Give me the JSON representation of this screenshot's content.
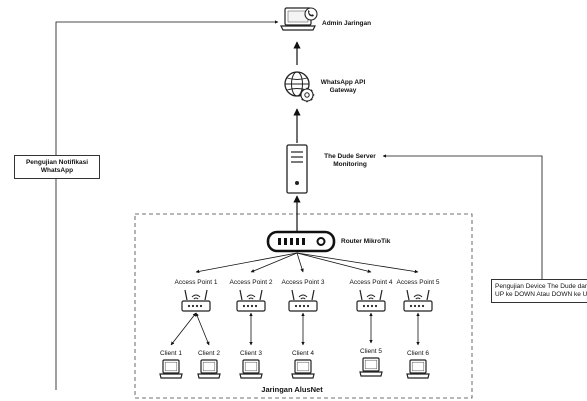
{
  "nodes": {
    "admin": "Admin Jaringan",
    "gateway": "WhatsApp API\nGateway",
    "server": "The Dude Server\nMonitoring",
    "router": "Router MikroTik",
    "network": "Jaringan AlusNet"
  },
  "notes": {
    "whatsapp_test": "Pengujian Notifikasi\nWhatsApp",
    "device_test": "Pengujian Device The Dude dari\nUP ke DOWN Atau DOWN ke UP"
  },
  "access_points": [
    "Access Point 1",
    "Access Point 2",
    "Access Point 3",
    "Access Point 4",
    "Access Point 5"
  ],
  "clients": [
    "Client 1",
    "Client 2",
    "Client 3",
    "Client 4",
    "Client 5",
    "Client 6"
  ],
  "icons": {
    "admin": "laptop-phone-icon",
    "gateway": "globe-gear-icon",
    "server": "server-tower-icon",
    "router": "router-icon",
    "access_point": "wifi-router-icon",
    "client": "laptop-icon"
  }
}
